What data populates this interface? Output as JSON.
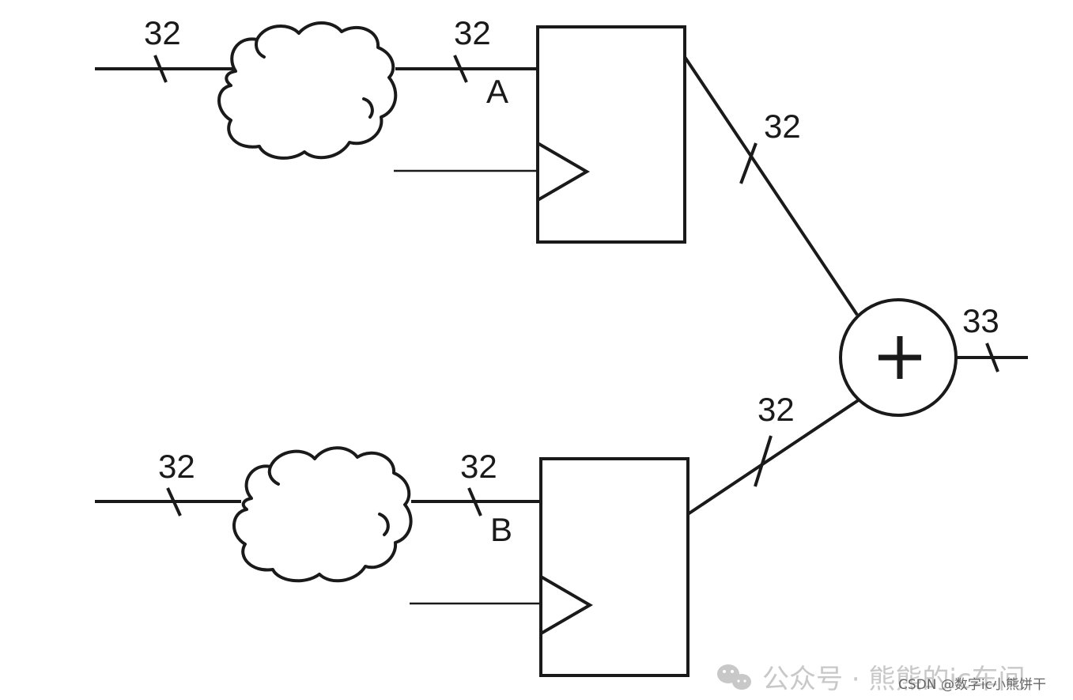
{
  "diagram": {
    "bus_widths": {
      "input_a": "32",
      "reg_a_d": "32",
      "reg_a_q": "32",
      "input_b": "32",
      "reg_b_d": "32",
      "reg_b_q": "32",
      "sum_out": "33"
    },
    "signals": {
      "a": "A",
      "b": "B"
    },
    "adder_symbol": "+"
  },
  "watermark": {
    "wechat": "公众号 · 熊熊的ic车间",
    "csdn": "CSDN @数字ic小熊饼干"
  }
}
